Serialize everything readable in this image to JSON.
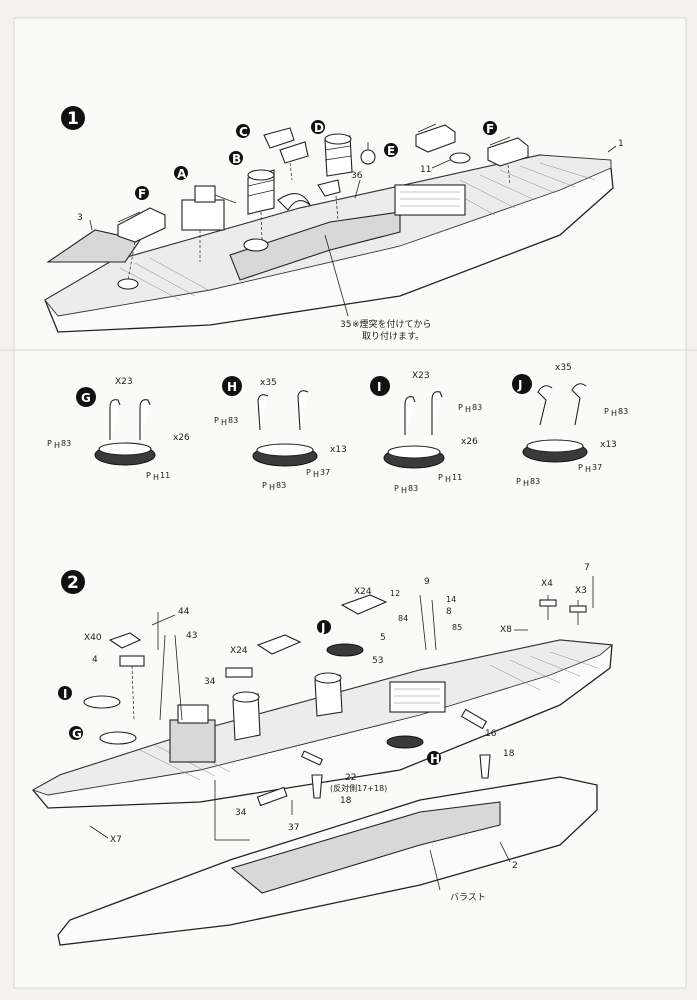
{
  "steps": {
    "step1": "1",
    "step2": "2"
  },
  "step1": {
    "hull_part": "1",
    "bow_part": "3",
    "part_11": "11",
    "part_36": "36",
    "note_num": "35",
    "note_line1": "※煙突を付けてから",
    "note_line2": "取り付けます。",
    "subassemblies": [
      "A",
      "B",
      "C",
      "D",
      "E",
      "F",
      "F"
    ]
  },
  "boats": [
    {
      "letter": "G",
      "davit": "X23",
      "davit_part": "83",
      "boat_part": "11",
      "count": "x26",
      "prefix": "P",
      "sub": "H"
    },
    {
      "letter": "H",
      "davit": "x35",
      "davit_part": "83",
      "boat_part": "37",
      "boat_part2": "83",
      "count": "x13",
      "prefix": "P",
      "sub": "H"
    },
    {
      "letter": "I",
      "davit": "X23",
      "davit_part": "83",
      "boat_part": "11",
      "boat_part2": "83",
      "count": "x26",
      "prefix": "P",
      "sub": "H"
    },
    {
      "letter": "J",
      "davit": "x35",
      "davit_part": "83",
      "boat_part": "37",
      "boat_part2": "83",
      "count": "x13",
      "prefix": "P",
      "sub": "H"
    }
  ],
  "step2": {
    "labels": {
      "x24a": "X24",
      "x24b": "X24",
      "p12": "12",
      "n9": "9",
      "p14": "14",
      "n8": "8",
      "p84": "84",
      "p85": "85",
      "n5": "5",
      "n53": "53",
      "x4": "X4",
      "x3": "X3",
      "n7": "7",
      "x8": "X8",
      "n44": "44",
      "x40": "X40",
      "n43": "43",
      "n4": "4",
      "n34a": "34",
      "n34b": "34",
      "n16": "16",
      "n18a": "18",
      "n18b": "18",
      "n22": "22",
      "opp": "(反対側17+18)",
      "n37": "37",
      "x7": "X7",
      "n2": "2",
      "ballast": "バラスト"
    },
    "letters": [
      "J",
      "I",
      "G",
      "H"
    ]
  }
}
